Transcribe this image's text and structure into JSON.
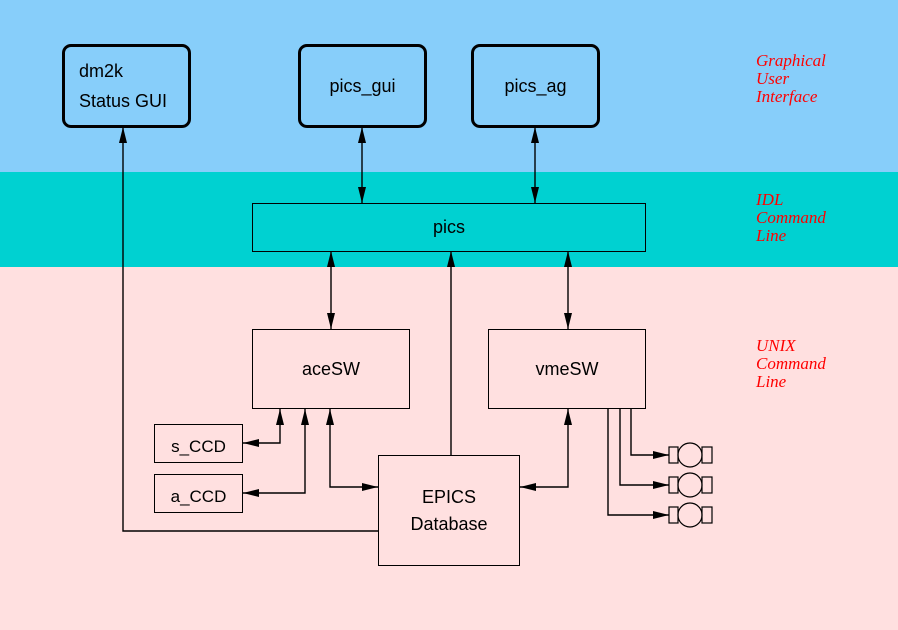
{
  "colors": {
    "gui_band": "#87cefa",
    "idl_band": "#00d1d1",
    "unix_band": "#ffe0e0",
    "layer_label": "#ff0000",
    "line": "#000000"
  },
  "layers": [
    {
      "id": "gui",
      "lines": [
        "Graphical",
        "User",
        "Interface"
      ]
    },
    {
      "id": "idl",
      "lines": [
        "IDL",
        "Command",
        "Line"
      ]
    },
    {
      "id": "unix",
      "lines": [
        "UNIX",
        "Command",
        "Line"
      ]
    }
  ],
  "nodes": {
    "dm2k": {
      "line1": "dm2k",
      "line2": "Status GUI"
    },
    "pics_gui": {
      "label": "pics_gui"
    },
    "pics_ag": {
      "label": "pics_ag"
    },
    "pics": {
      "label": "pics"
    },
    "aceSW": {
      "label": "aceSW"
    },
    "vmeSW": {
      "label": "vmeSW"
    },
    "s_ccd": {
      "label": "s_CCD"
    },
    "a_ccd": {
      "label": "a_CCD"
    },
    "epics": {
      "line1": "EPICS",
      "line2": "Database"
    }
  },
  "motors": [
    {
      "icon": "motor-icon"
    },
    {
      "icon": "motor-icon"
    },
    {
      "icon": "motor-icon"
    }
  ],
  "connections": [
    {
      "from": "pics_gui",
      "to": "pics",
      "arrows": "both"
    },
    {
      "from": "pics_ag",
      "to": "pics",
      "arrows": "both"
    },
    {
      "from": "pics",
      "to": "aceSW",
      "arrows": "both"
    },
    {
      "from": "epics",
      "to": "pics",
      "arrows": "to"
    },
    {
      "from": "pics",
      "to": "vmeSW",
      "arrows": "both"
    },
    {
      "from": "aceSW",
      "to": "s_ccd",
      "arrows": "both"
    },
    {
      "from": "aceSW",
      "to": "a_ccd",
      "arrows": "both"
    },
    {
      "from": "aceSW",
      "to": "epics",
      "arrows": "both"
    },
    {
      "from": "vmeSW",
      "to": "epics",
      "arrows": "both"
    },
    {
      "from": "epics",
      "to": "dm2k",
      "arrows": "to"
    },
    {
      "from": "vmeSW",
      "to": "motor_1",
      "arrows": "to"
    },
    {
      "from": "vmeSW",
      "to": "motor_2",
      "arrows": "to"
    },
    {
      "from": "vmeSW",
      "to": "motor_3",
      "arrows": "to"
    }
  ]
}
